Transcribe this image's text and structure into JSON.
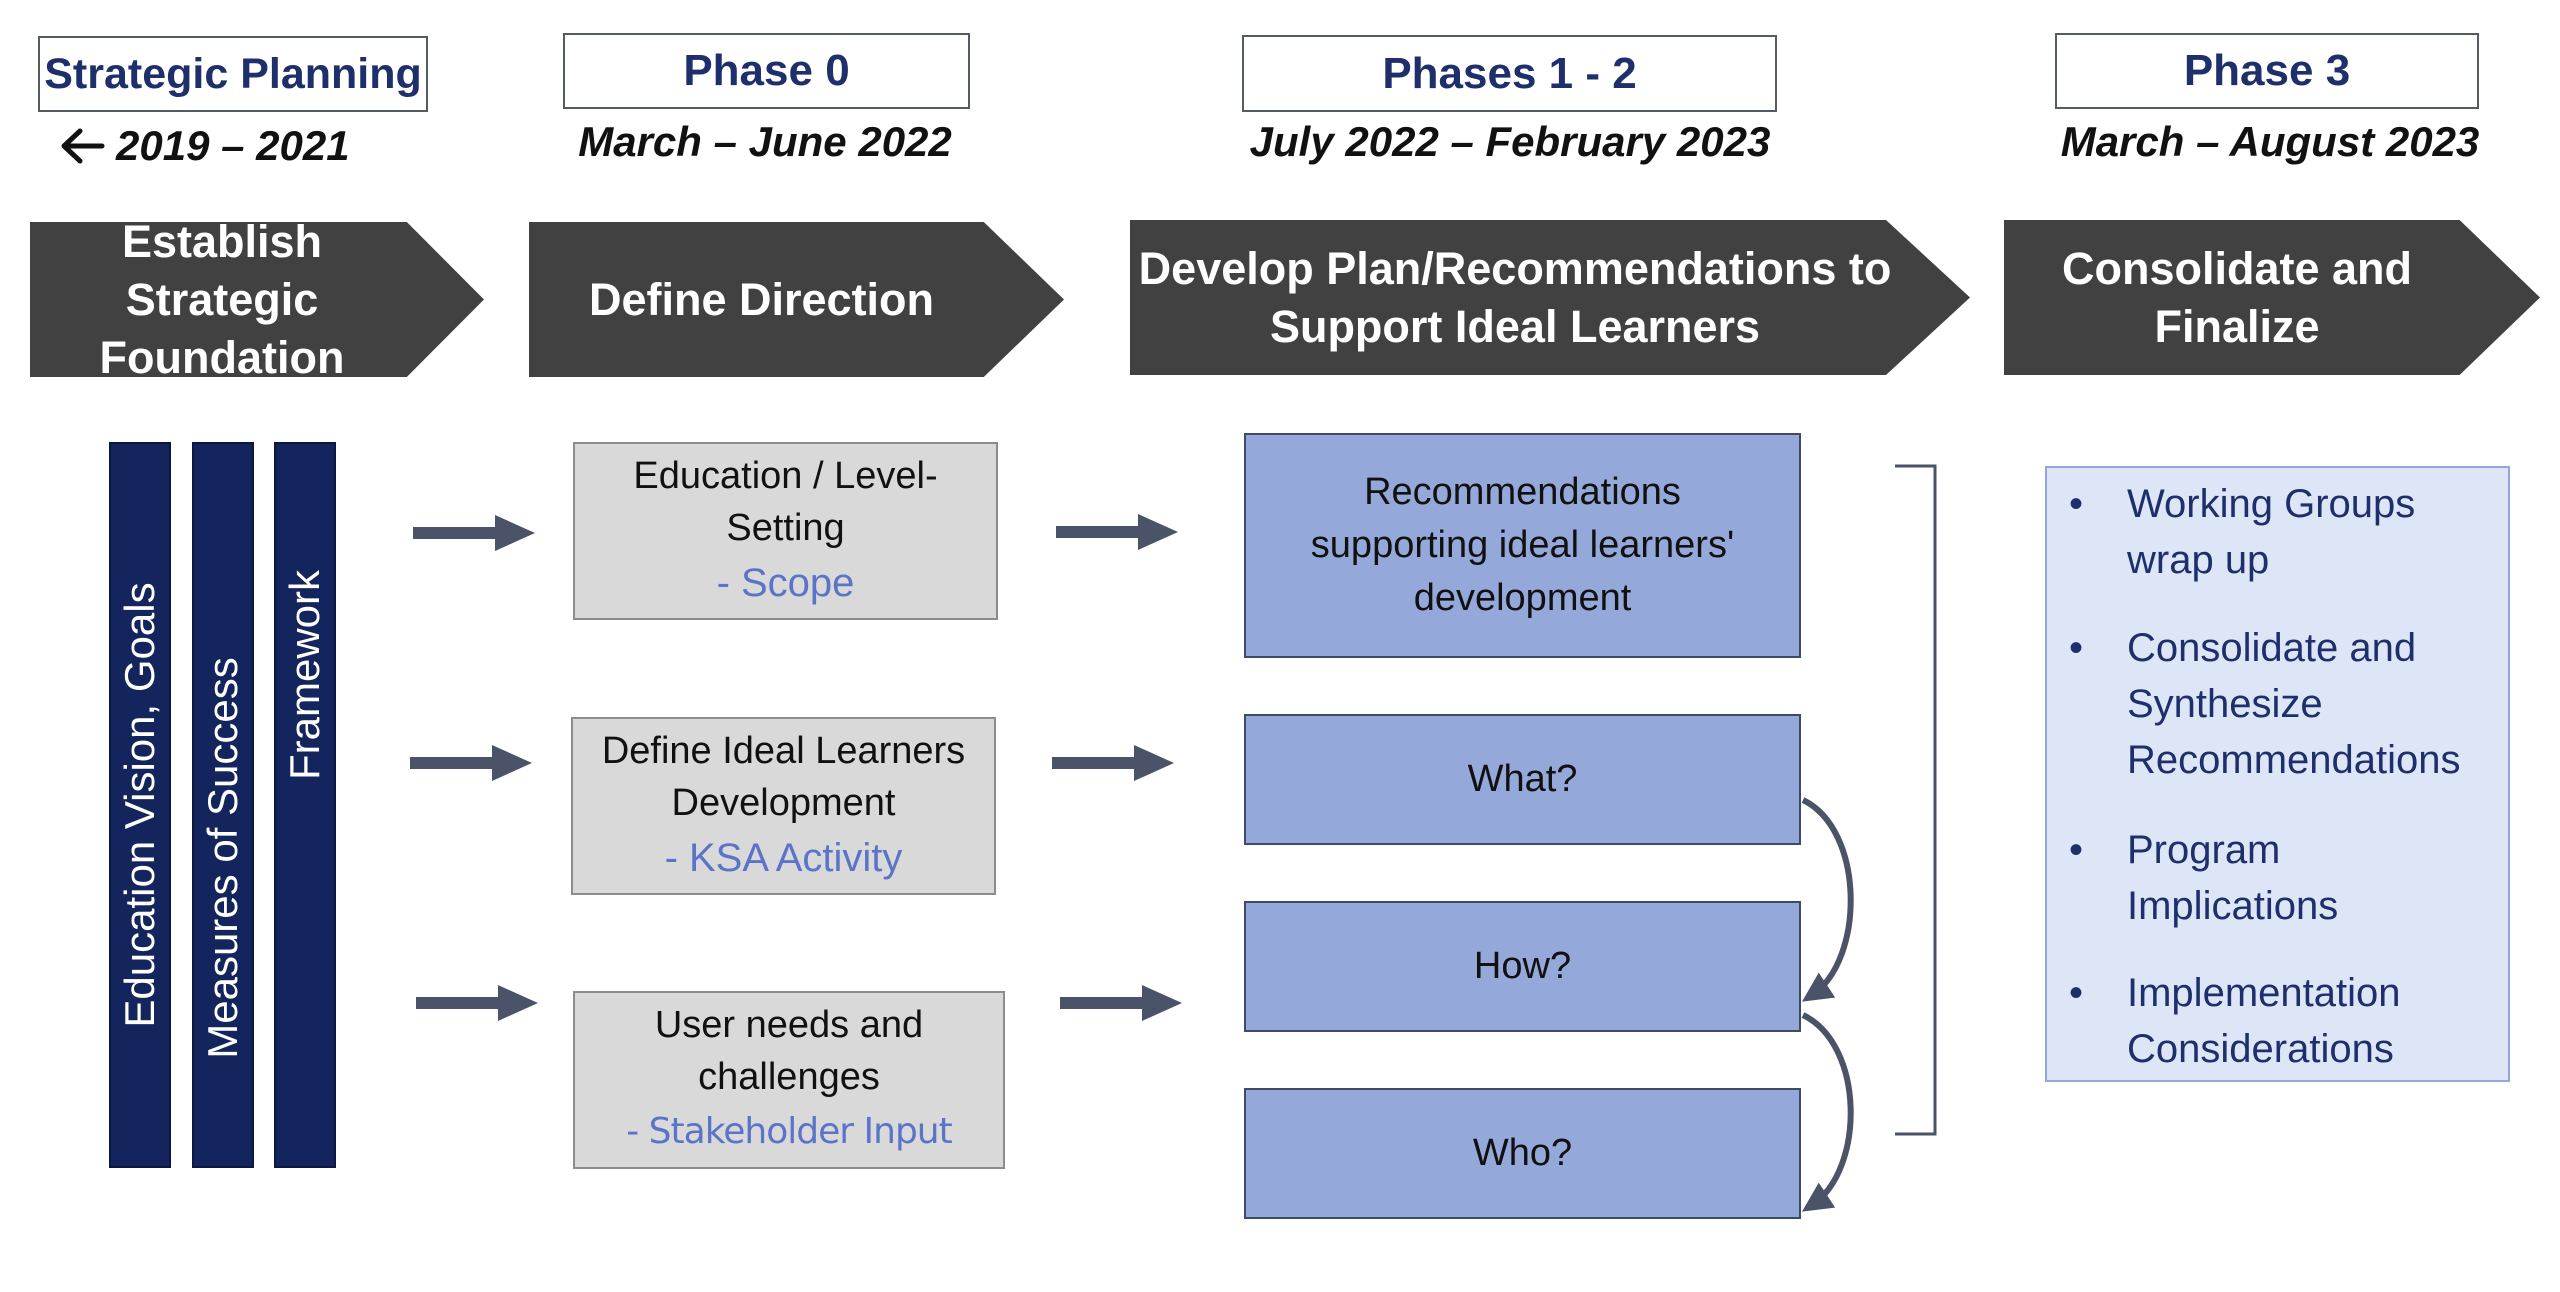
{
  "phases": [
    {
      "title": "Strategic Planning",
      "date": "2019 – 2021",
      "has_back_arrow": true
    },
    {
      "title": "Phase 0",
      "date": "March – June 2022"
    },
    {
      "title": "Phases 1 - 2",
      "date": "July 2022 – February 2023"
    },
    {
      "title": "Phase 3",
      "date": "March – August 2023"
    }
  ],
  "banners": [
    {
      "line1": "Establish Strategic",
      "line2": "Foundation"
    },
    {
      "line1": "Define Direction",
      "line2": ""
    },
    {
      "line1": "Develop Plan/Recommendations to",
      "line2": "Support Ideal Learners"
    },
    {
      "line1": "Consolidate and",
      "line2": "Finalize"
    }
  ],
  "foundation_bars": [
    "Education Vision, Goals",
    "Measures of Success",
    "Framework"
  ],
  "direction_boxes": [
    {
      "line1": "Education / Level-",
      "line2": "Setting",
      "sub": "- Scope"
    },
    {
      "line1": "Define Ideal Learners",
      "line2": "Development",
      "sub": "- KSA Activity"
    },
    {
      "line1": "User needs and",
      "line2": "challenges",
      "sub": "- Stakeholder Input"
    }
  ],
  "plan_boxes": [
    {
      "line1": "Recommendations",
      "line2": "supporting ideal learners'",
      "line3": "development"
    },
    {
      "label": "What?"
    },
    {
      "label": "How?"
    },
    {
      "label": "Who?"
    }
  ],
  "finalize_items": [
    {
      "line1": "Working Groups",
      "line2": "wrap up",
      "line3": ""
    },
    {
      "line1": "Consolidate and",
      "line2": "Synthesize",
      "line3": "Recommendations"
    },
    {
      "line1": "Program",
      "line2": "Implications",
      "line3": ""
    },
    {
      "line1": "Implementation",
      "line2": "Considerations",
      "line3": ""
    }
  ],
  "bullet_char": "•",
  "icons": {
    "back_arrow": "left-arrow-icon",
    "flow_arrow": "right-arrow-icon"
  },
  "colors": {
    "banner": "#414141",
    "navy": "#14245c",
    "grey_box": "#d9d9d9",
    "blue_box": "#94a8da",
    "panel": "#dde6f6",
    "accent_text": "#5b74c8",
    "arrow": "#4a5367"
  }
}
